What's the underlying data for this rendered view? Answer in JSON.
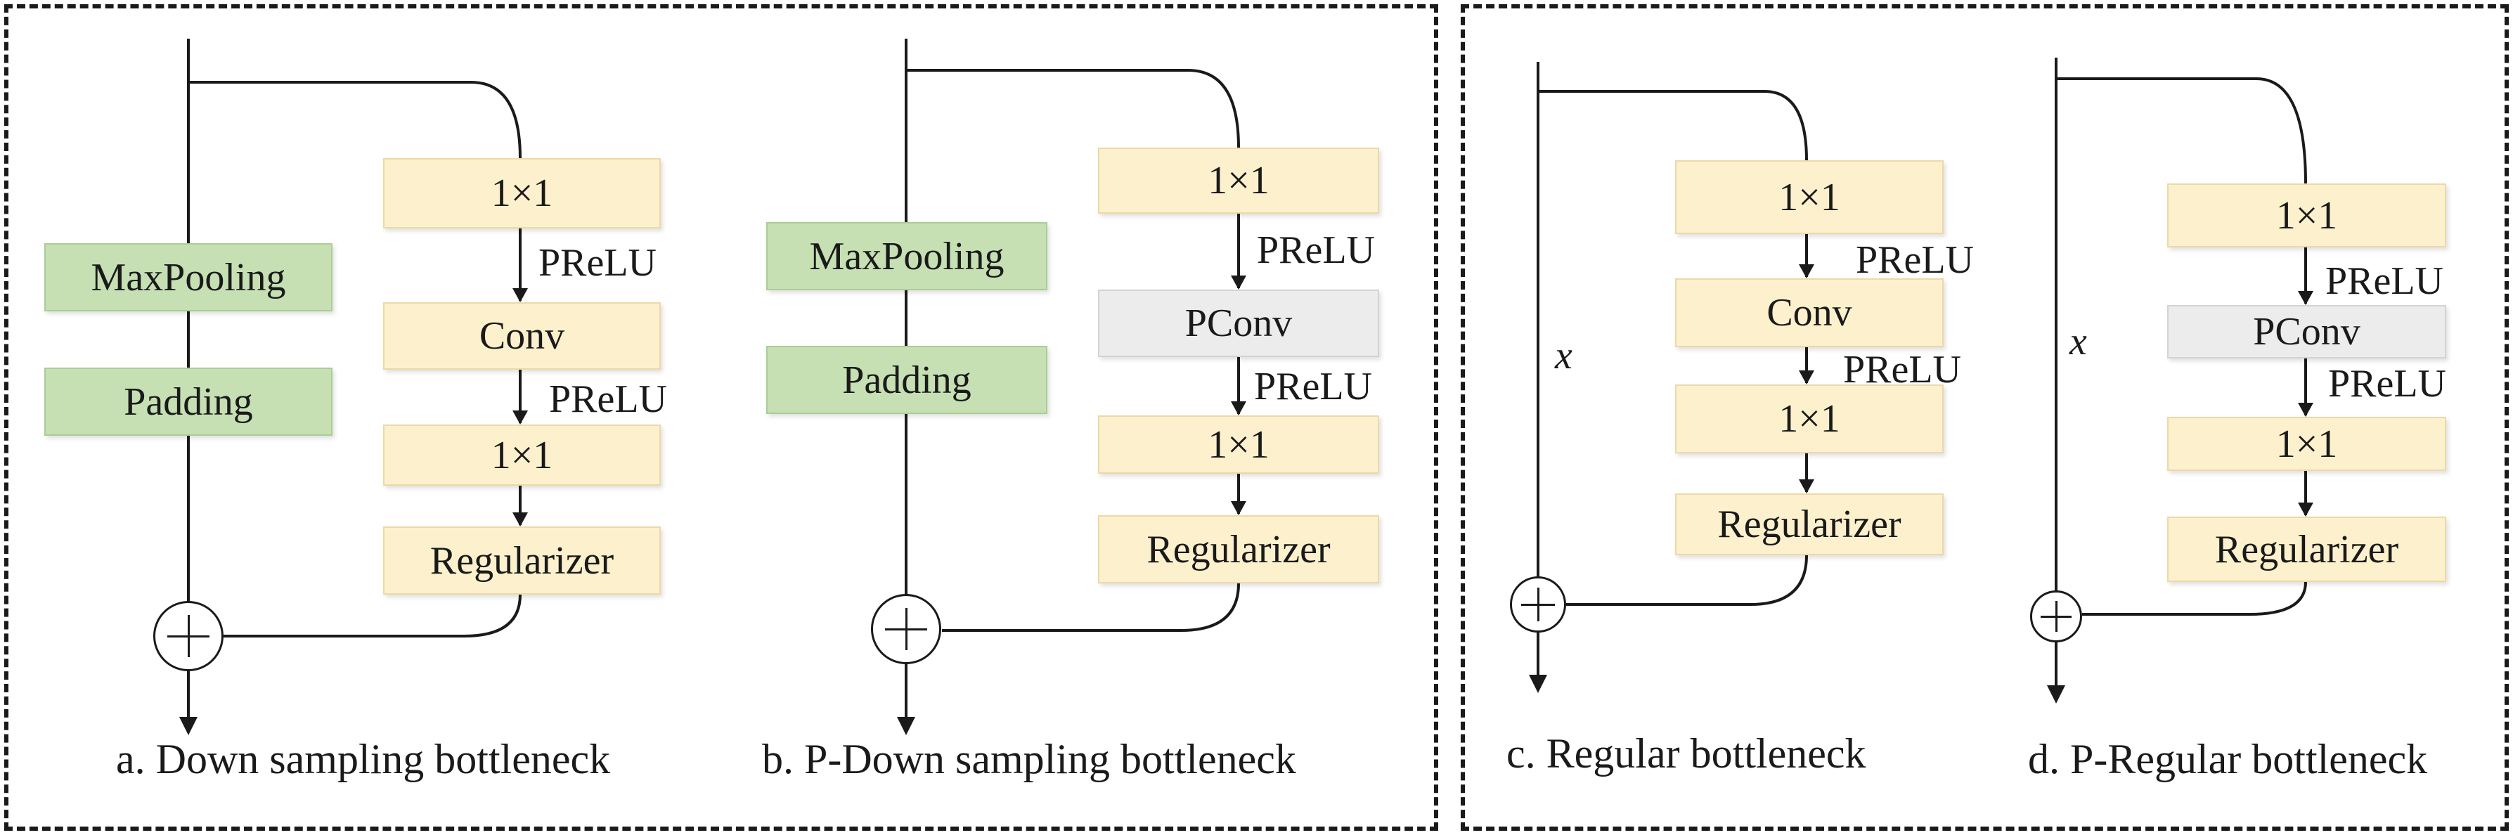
{
  "diagrams": {
    "a": {
      "caption": "a. Down sampling bottleneck",
      "side_blocks": [
        "MaxPooling",
        "Padding"
      ],
      "main_blocks": [
        "1×1",
        "Conv",
        "1×1",
        "Regularizer"
      ],
      "activations": [
        "PReLU",
        "PReLU"
      ]
    },
    "b": {
      "caption": "b. P-Down sampling bottleneck",
      "side_blocks": [
        "MaxPooling",
        "Padding"
      ],
      "main_blocks": [
        "1×1",
        "PConv",
        "1×1",
        "Regularizer"
      ],
      "activations": [
        "PReLU",
        "PReLU"
      ]
    },
    "c": {
      "caption": "c. Regular bottleneck",
      "identity_label": "x",
      "main_blocks": [
        "1×1",
        "Conv",
        "1×1",
        "Regularizer"
      ],
      "activations": [
        "PReLU",
        "PReLU"
      ]
    },
    "d": {
      "caption": "d. P-Regular bottleneck",
      "identity_label": "x",
      "main_blocks": [
        "1×1",
        "PConv",
        "1×1",
        "Regularizer"
      ],
      "activations": [
        "PReLU",
        "PReLU"
      ]
    }
  },
  "colors": {
    "block_fill": "#fdf1cd",
    "pool_fill": "#c6e0b4",
    "pconv_fill": "#ececec",
    "line": "#1a1a1a"
  }
}
